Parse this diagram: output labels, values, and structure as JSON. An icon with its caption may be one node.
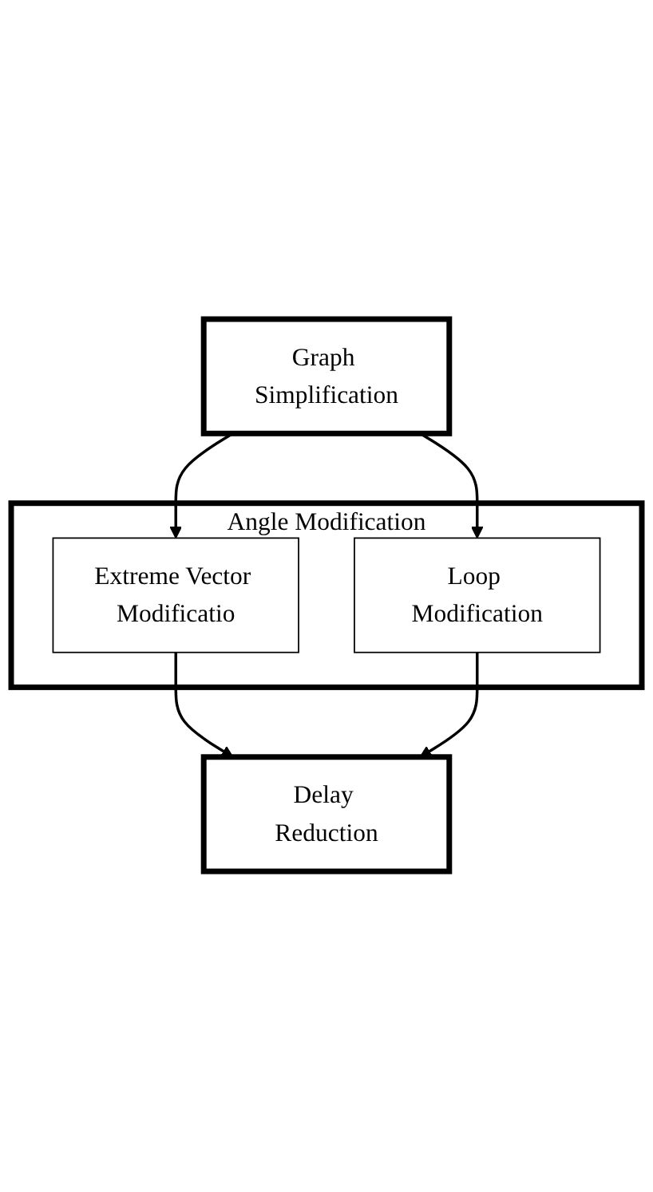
{
  "diagram": {
    "nodes": [
      {
        "text": [
          "Graph Simplification"
        ]
      },
      {
        "text": [
          "Angle Modification"
        ]
      },
      {
        "text": [
          "Extreme Vector Modificatio"
        ],
        "in": 1
      },
      {
        "text": [
          "Loop Modification"
        ],
        "in": 1
      },
      {
        "text": [
          "Delay Reduction"
        ]
      }
    ],
    "edges": [
      {
        "from": 0,
        "to": 2,
        "arrow": "to"
      },
      {
        "from": 0,
        "to": 3,
        "arrow": "to"
      },
      {
        "from": 2,
        "to": 4,
        "arrow": "to"
      },
      {
        "from": 3,
        "to": 4,
        "arrow": "to"
      }
    ]
  }
}
